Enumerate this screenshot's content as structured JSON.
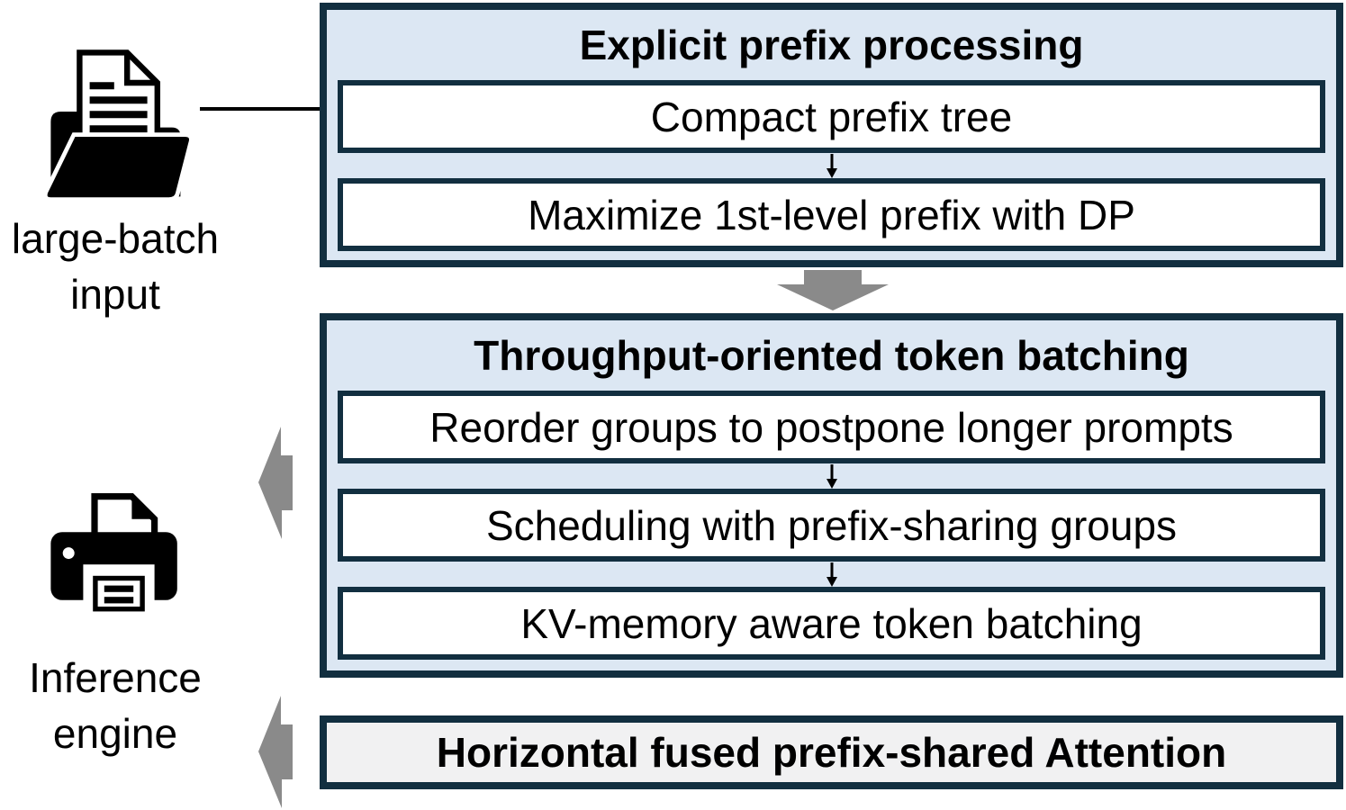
{
  "labels": {
    "input_line1": "large-batch",
    "input_line2": "input",
    "engine_line1": "Inference",
    "engine_line2": "engine"
  },
  "panels": {
    "prefix_processing": {
      "title": "Explicit prefix processing",
      "steps": [
        "Compact prefix tree",
        "Maximize 1st-level prefix with DP"
      ]
    },
    "token_batching": {
      "title": "Throughput-oriented token batching",
      "steps": [
        "Reorder groups to postpone longer prompts",
        "Scheduling with prefix-sharing groups",
        "KV-memory aware token batching"
      ]
    },
    "attention": {
      "title": "Horizontal fused prefix-shared Attention"
    }
  },
  "icons": {
    "input_icon": "folder-document-icon",
    "engine_icon": "printer-icon",
    "flow_icons": [
      "arrow-right-icon",
      "arrow-down-icon",
      "arrow-left-icon",
      "arrow-left-icon"
    ]
  },
  "colors": {
    "panel_fill": "#dce7f3",
    "panel_border": "#122f40",
    "attention_fill": "#f1f1f2",
    "step_fill": "#ffffff",
    "flow_arrow_gray": "#8a8a8a",
    "text_black": "#000000"
  }
}
